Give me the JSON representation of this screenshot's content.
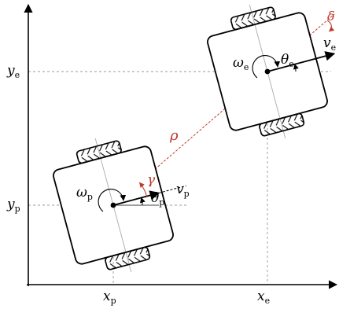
{
  "colors": {
    "ink": "#000000",
    "accent": "#c0392b",
    "guide": "#9a9a9a",
    "background": "#ffffff"
  },
  "axes": {
    "x_ticks": [
      {
        "base": "x",
        "sub": "p"
      },
      {
        "base": "x",
        "sub": "e"
      }
    ],
    "y_ticks": [
      {
        "base": "y",
        "sub": "e"
      },
      {
        "base": "y",
        "sub": "p"
      }
    ]
  },
  "robots": [
    {
      "id": "pursuer",
      "omega": {
        "base": "ω",
        "sub": "p"
      },
      "theta": {
        "base": "θ",
        "sub": "p"
      },
      "velocity": {
        "base": "v",
        "sub": "p"
      },
      "heading_deg": 15
    },
    {
      "id": "evader",
      "omega": {
        "base": "ω",
        "sub": "e"
      },
      "theta": {
        "base": "θ",
        "sub": "e"
      },
      "velocity": {
        "base": "v",
        "sub": "e"
      },
      "heading_deg": 15
    }
  ],
  "relative": {
    "distance": "ρ",
    "pursuer_angle": "γ",
    "evader_angle": "δ"
  }
}
